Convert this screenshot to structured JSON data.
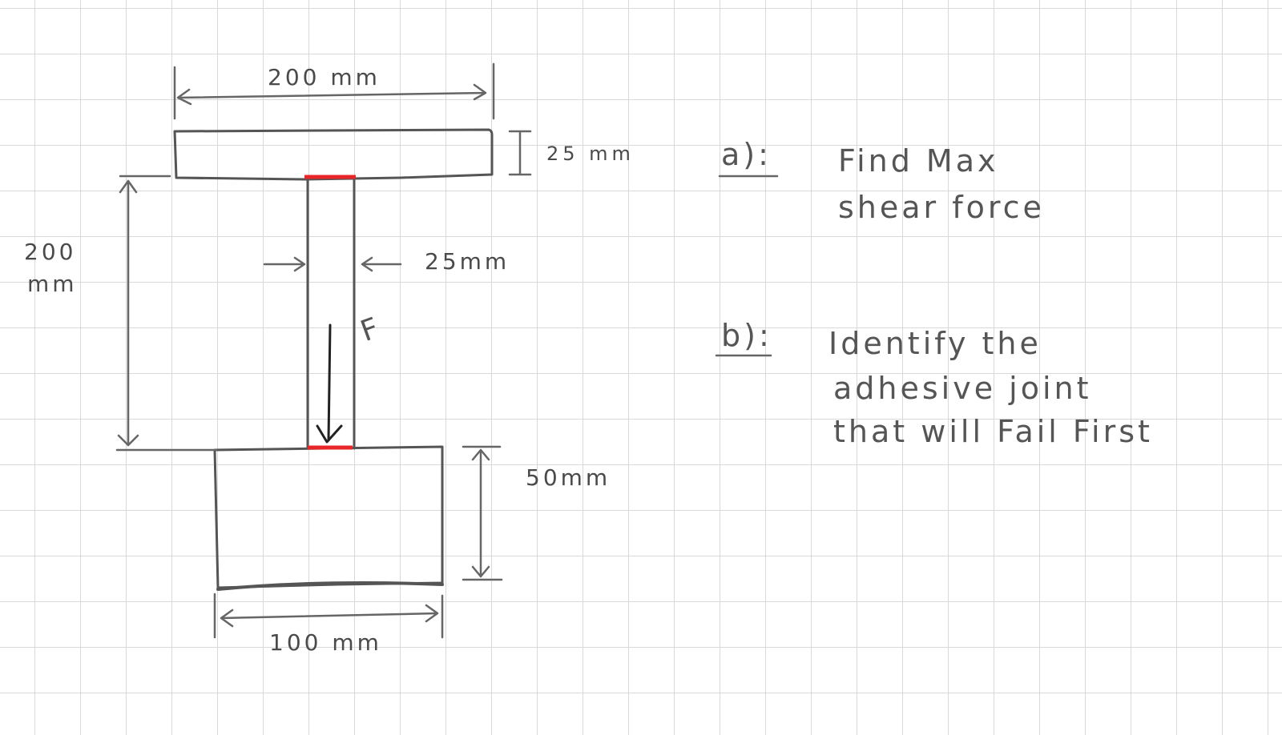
{
  "dimensions": {
    "top_flange_width": "200 mm",
    "top_flange_thickness": "25 mm",
    "web_height_value": "200",
    "web_height_unit": "mm",
    "web_thickness": "25mm",
    "base_height": "50mm",
    "base_width": "100 mm"
  },
  "force_label": "F",
  "questions": {
    "a_marker": "a):",
    "a_line1": "Find Max",
    "a_line2": "shear force",
    "b_marker": "b):",
    "b_line1": "Identify the",
    "b_line2": "adhesive joint",
    "b_line3": "that will Fail First"
  },
  "colors": {
    "adhesive_joint": "#e8262a",
    "ink": "#555555",
    "force_arrow": "#222222",
    "grid": "#d9d9d9"
  }
}
